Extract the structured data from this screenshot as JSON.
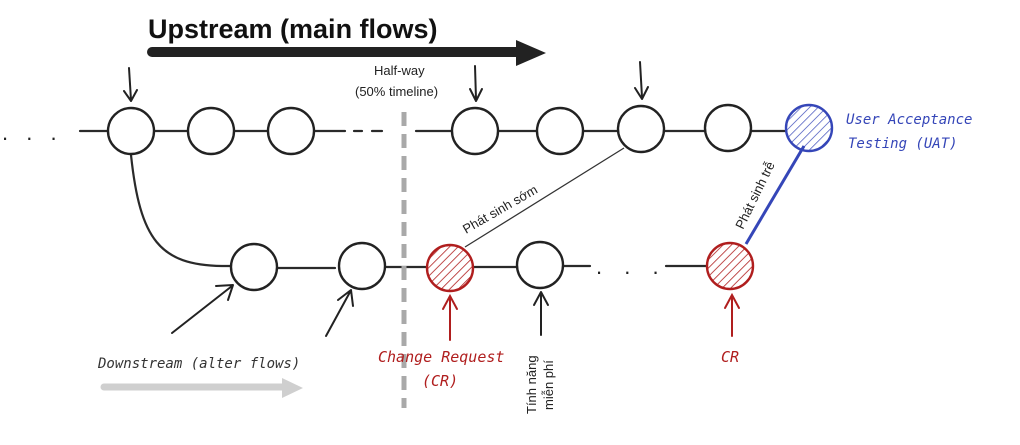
{
  "title": "Upstream (main flows)",
  "halfway": {
    "line1": "Half-way",
    "line2": "(50% timeline)"
  },
  "ellipsis": ". . .",
  "edge_labels": {
    "early": "Phát sinh sớm",
    "late": "Phát sinh trễ"
  },
  "uat": {
    "line1": "User Acceptance",
    "line2": "Testing (UAT)"
  },
  "change_request": {
    "line1": "Change Request",
    "line2": "(CR)"
  },
  "free_feature": {
    "line1": "Tính năng",
    "line2": "miễn phí"
  },
  "cr_short": "CR",
  "downstream": "Downstream (alter flows)",
  "colors": {
    "cr_red": "#b01e1e",
    "uat_blue": "#3546b8",
    "divider_gray": "#a9a9a9",
    "down_arrow_gray": "#cfcfcf",
    "main_arrow": "#222222"
  }
}
